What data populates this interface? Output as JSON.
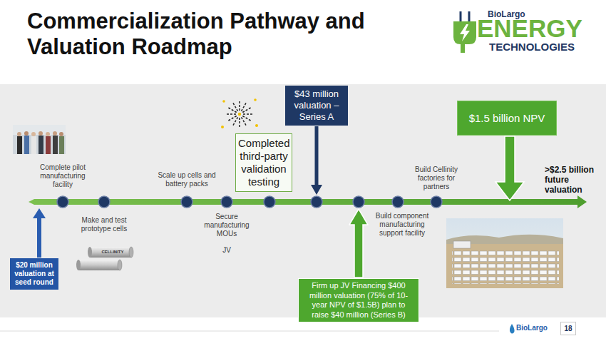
{
  "diagram": {
    "title": "Commercialization Pathway and Valuation Roadmap",
    "nodes": [
      {
        "text": [
          "$43 million valuation – Series A"
        ]
      },
      {
        "text": [
          "$1.5 billion NPV"
        ]
      },
      {
        "text": [
          "Completed third-party validation testing"
        ]
      },
      {
        "text": [
          "$20 million valuation at seed round"
        ]
      },
      {
        "text": [
          "Firm up JV Financing $400 million valuation (75% of 10-year NPV of $1.5B) plan to raise $40 million (Series B)"
        ]
      },
      {
        "text": [
          "18"
        ]
      }
    ],
    "labels": [
      "Complete pilot manufacturing facility",
      "Make and test prototype cells",
      "Scale up cells and battery packs",
      "Secure manufacturing MOUs",
      "JV",
      "Build component manufacturing support facility",
      "Build Cellinity factories for partners",
      ">$2.5 billion future valuation",
      "CELLINITY",
      "BioLargo",
      "ENERGY",
      "TECHNOLOGIES",
      "BioLargo"
    ]
  }
}
